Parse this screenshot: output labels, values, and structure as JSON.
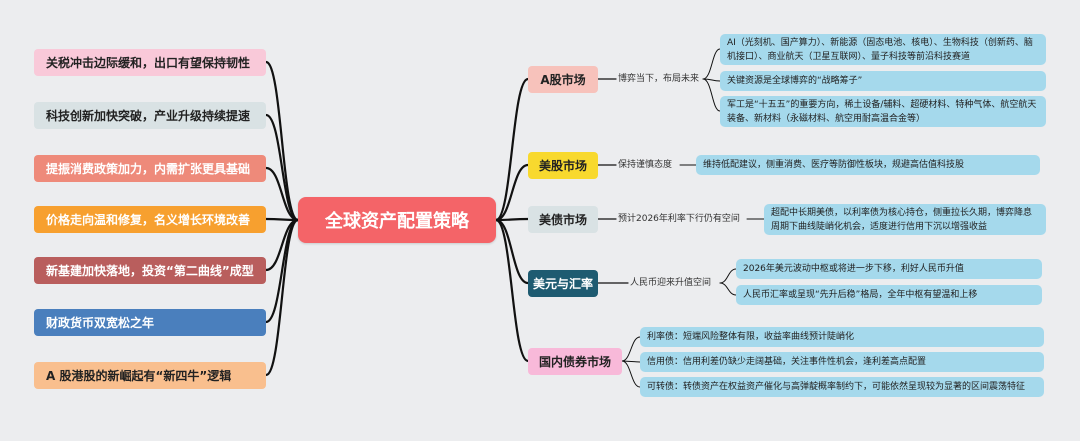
{
  "colors": {
    "background": "#ecedef",
    "center": "#f46468",
    "leaf": "#a5d9ec",
    "line": "#111111"
  },
  "center_title": "全球资产配置策略",
  "left_items": [
    {
      "text": "关税冲击边际缓和，出口有望保持韧性",
      "bg": "#f9c9d9",
      "fg": "#222222"
    },
    {
      "text": "科技创新加快突破，产业升级持续提速",
      "bg": "#d9e2e4",
      "fg": "#222222"
    },
    {
      "text": "提振消费政策加力，内需扩张更具基础",
      "bg": "#ee8a7a",
      "fg": "#ffffff"
    },
    {
      "text": "价格走向温和修复，名义增长环境改善",
      "bg": "#f7a02f",
      "fg": "#ffffff"
    },
    {
      "text": "新基建加快落地，投资“第二曲线”成型",
      "bg": "#b95e5d",
      "fg": "#ffffff"
    },
    {
      "text": "财政货币双宽松之年",
      "bg": "#4a7fbd",
      "fg": "#ffffff"
    },
    {
      "text": "A 股港股的新崛起有“新四牛”逻辑",
      "bg": "#f9bf8e",
      "fg": "#222222"
    }
  ],
  "branches": [
    {
      "label": "A股市场",
      "bg": "#f7c2bb",
      "fg": "#222222",
      "connector": "博弈当下，布局未来",
      "leaves": [
        "AI（光刻机、国产算力）、新能源（固态电池、核电）、生物科技（创新药、脑机接口）、商业航天（卫星互联网）、量子科技等前沿科技赛道",
        "关键资源是全球博弈的“战略筹子”",
        "军工是“十五五”的重要方向，稀土设备/辅料、超硬材料、特种气体、航空航天装备、新材料（永磁材料、航空用耐高温合金等）"
      ]
    },
    {
      "label": "美股市场",
      "bg": "#f8d92e",
      "fg": "#222222",
      "connector": "保持谨慎态度",
      "leaves": [
        "维持低配建议，侧重消费、医疗等防御性板块，规避高估值科技股"
      ]
    },
    {
      "label": "美债市场",
      "bg": "#d9e2e4",
      "fg": "#222222",
      "connector": "预计2026年利率下行仍有空间",
      "leaves": [
        "超配中长期美债，以利率债为核心持仓，侧重拉长久期，博弈降息周期下曲线陡峭化机会，适度进行信用下沉以增强收益"
      ]
    },
    {
      "label": "美元与汇率",
      "bg": "#1e5b71",
      "fg": "#ffffff",
      "connector": "人民币迎来升值空间",
      "leaves": [
        "2026年美元波动中枢或将进一步下移，利好人民币升值",
        "人民币汇率或呈现“先升后稳”格局，全年中枢有望温和上移"
      ]
    },
    {
      "label": "国内债券市场",
      "bg": "#f8b9d9",
      "fg": "#222222",
      "connector": "",
      "leaves": [
        "利率债：短端风险整体有限，收益率曲线预计陡峭化",
        "信用债：信用利差仍缺少走阔基础，关注事件性机会，逢利差高点配置",
        "可转债：转债资产在权益资产催化与高弹靛概率制约下，可能依然呈现较为显著的区间震荡特征"
      ]
    }
  ]
}
